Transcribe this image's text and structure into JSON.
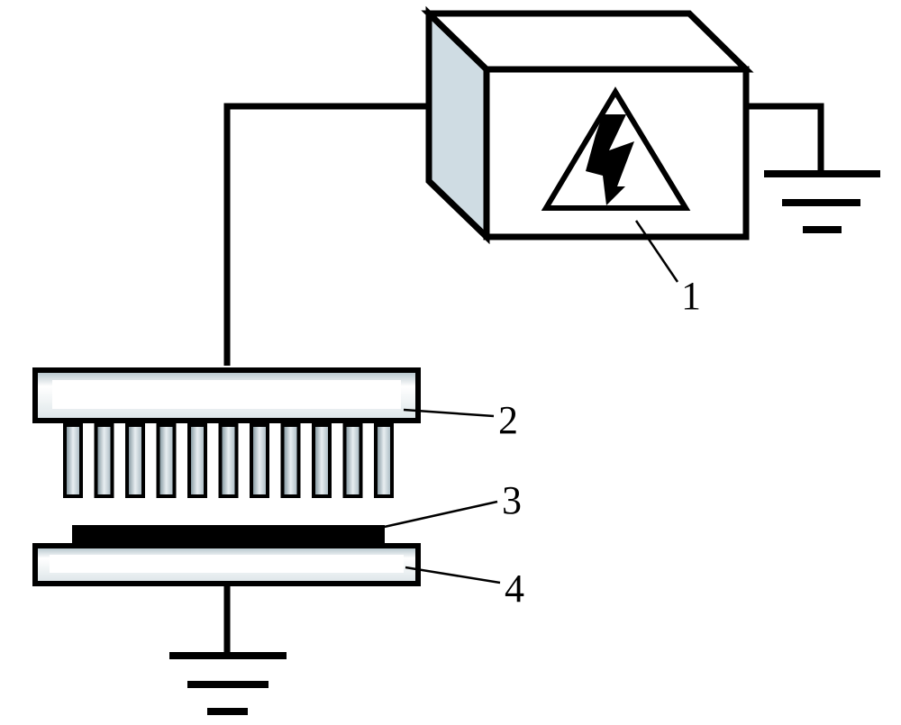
{
  "labels": {
    "power_supply": "1",
    "needle_electrode": "2",
    "sample": "3",
    "ground_electrode": "4"
  },
  "colors": {
    "stroke": "#000000",
    "side_face": "#cfdce3",
    "bevel_light": "#ffffff",
    "bevel_dark": "#8fa3ad"
  },
  "needles": {
    "count": 11
  }
}
